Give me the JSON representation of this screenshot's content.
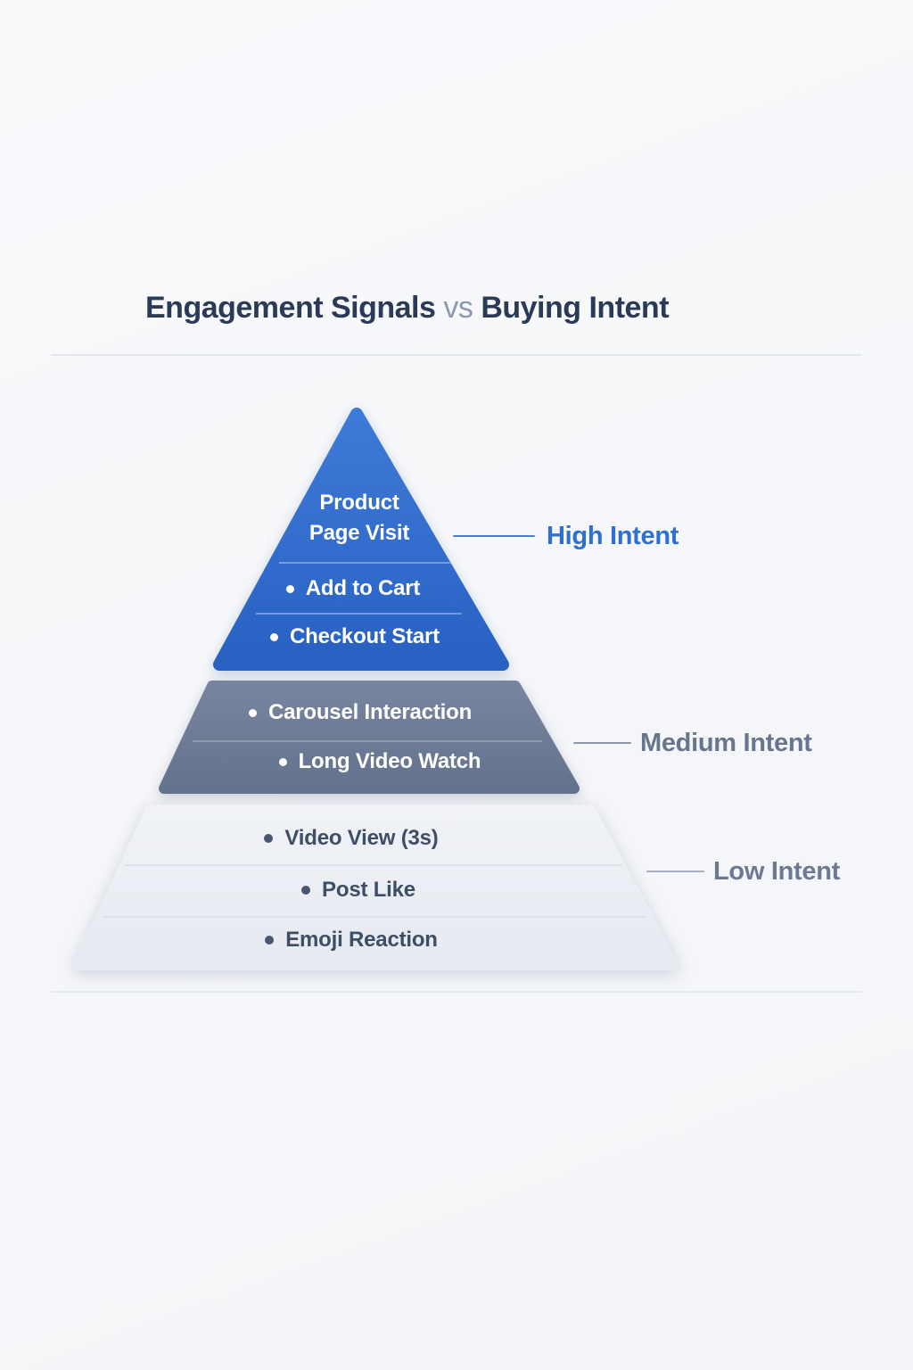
{
  "title": {
    "main": "Engagement Signals",
    "conj": "vs",
    "tail": "Buying Intent"
  },
  "pyramid": {
    "tiers": [
      {
        "level": "high",
        "side_label": "High Intent",
        "fill": "#2d6bca",
        "label_color": "#2f6fd2",
        "items": [
          {
            "label": "Product\nPage Visit"
          },
          {
            "label": "Add to Cart"
          },
          {
            "label": "Checkout Start"
          }
        ]
      },
      {
        "level": "medium",
        "side_label": "Medium Intent",
        "fill": "#6b7a96",
        "label_color": "#67768f",
        "items": [
          {
            "label": "Carousel Interaction"
          },
          {
            "label": "Long Video Watch"
          }
        ]
      },
      {
        "level": "low",
        "side_label": "Low Intent",
        "fill": "#eaeef4",
        "label_color": "#6b7a93",
        "items": [
          {
            "label": "Video View (3s)"
          },
          {
            "label": "Post Like"
          },
          {
            "label": "Emoji Reaction"
          }
        ]
      }
    ]
  }
}
